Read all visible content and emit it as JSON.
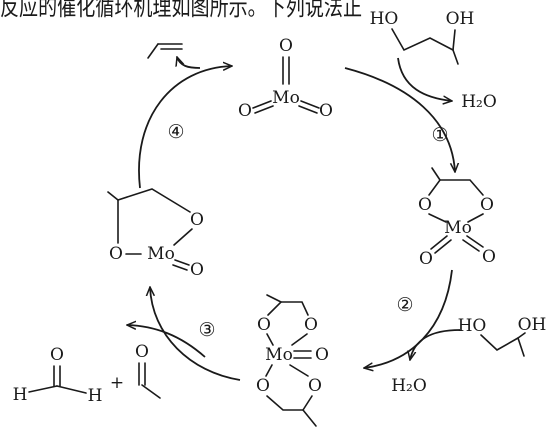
{
  "header_text": "反应的催化循环机理如图所示。下列说法正",
  "step_labels": {
    "step1": "①",
    "step2": "②",
    "step3": "③",
    "step4": "④"
  },
  "mo_trioxide": {
    "o_top": "O",
    "mo": "Mo",
    "o_left": "O",
    "o_right": "O"
  },
  "diol_in_1": {
    "ho": "HO",
    "oh": "OH"
  },
  "water_out_1": "H₂O",
  "complex_mono": {
    "o_ring_left": "O",
    "o_ring_right": "O",
    "mo": "Mo",
    "o_oxo_left": "O",
    "o_oxo_right": "O"
  },
  "diol_in_2": {
    "ho": "HO",
    "oh": "OH"
  },
  "water_out_2": "H₂O",
  "complex_bis": {
    "o_ring1_left": "O",
    "o_ring1_right": "O",
    "mo": "Mo",
    "o_oxo": "O",
    "o_ring2_left": "O",
    "o_ring2_right": "O"
  },
  "products_3": {
    "formaldehyde_o": "O",
    "formaldehyde_h_left": "H",
    "formaldehyde_h_right": "H",
    "plus": "+",
    "acetaldehyde_o": "O"
  },
  "complex_reduced": {
    "o_ring_top": "O",
    "o_ring_left": "O",
    "mo": "Mo",
    "o_oxo": "O"
  },
  "colors": {
    "ink": "#1a1a1a",
    "background": "#ffffff"
  }
}
